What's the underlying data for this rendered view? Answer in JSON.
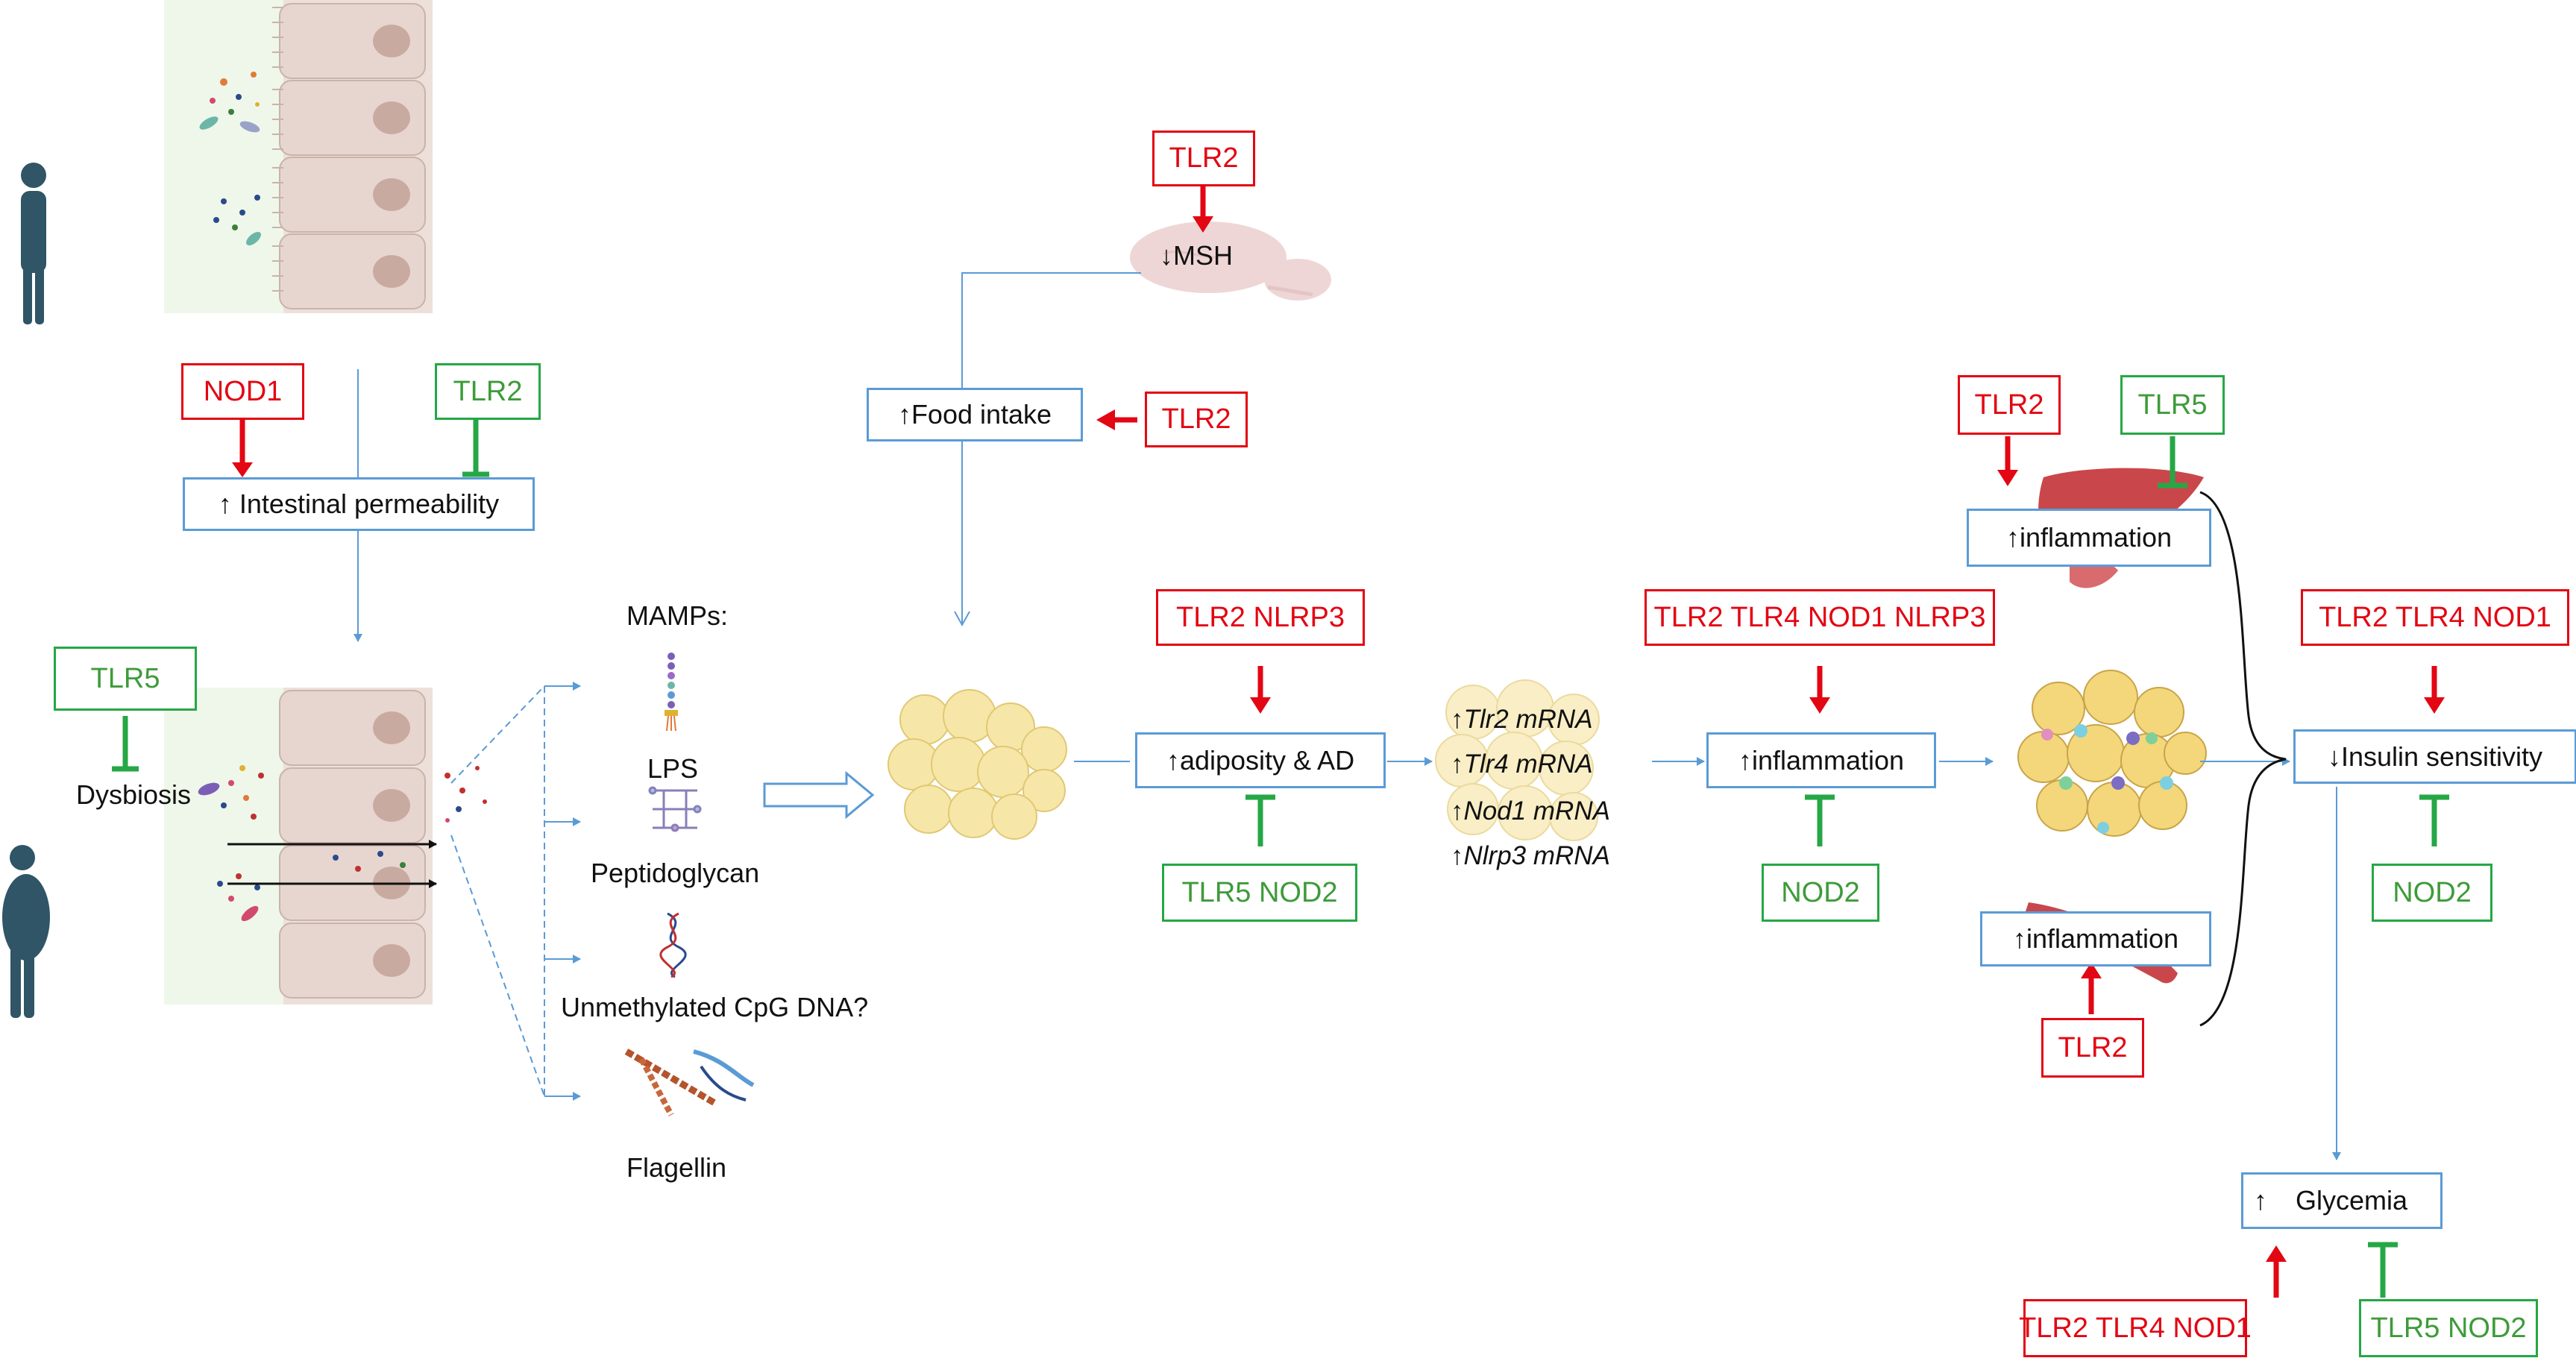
{
  "colors": {
    "activator": "#e30613",
    "inhibitor": "#26a745",
    "process_border": "#5b9bd5",
    "flow_arrow": "#5b9bd5",
    "adipocyte": "#f6e7a8",
    "liver": "#c9474b",
    "brain": "#efd6d6",
    "epithelium": "#e9d9d3",
    "person": "#2f5566"
  },
  "gut_top": {
    "nod1": "NOD1",
    "tlr2": "TLR2",
    "permeability": "↑ Intestinal permeability"
  },
  "gut_bottom": {
    "tlr5": "TLR5",
    "dysbiosis": "Dysbiosis"
  },
  "mamps": {
    "title": "MAMPs:",
    "items": [
      "LPS",
      "Peptidoglycan",
      "Unmethylated CpG DNA?",
      "Flagellin"
    ]
  },
  "brain": {
    "tlr2": "TLR2",
    "msh": "↓MSH"
  },
  "food": {
    "label": "↑Food intake",
    "tlr2": "TLR2"
  },
  "adiposity": {
    "label": "↑adiposity & AD",
    "activators": "TLR2 NLRP3",
    "inhibitors": "TLR5 NOD2"
  },
  "mrna": [
    {
      "arrow": "↑",
      "gene": "Tlr2 mRNA"
    },
    {
      "arrow": "↑",
      "gene": "Tlr4 mRNA"
    },
    {
      "arrow": "↑",
      "gene": "Nod1 mRNA"
    },
    {
      "arrow": "↑",
      "gene": "Nlrp3 mRNA"
    }
  ],
  "adipose_inflammation": {
    "label": "↑inflammation",
    "activators": "TLR2 TLR4 NOD1 NLRP3",
    "inhibitors": "NOD2"
  },
  "liver": {
    "activators": "TLR2",
    "inhibitors": "TLR5",
    "label": "↑inflammation"
  },
  "muscle": {
    "label": "↑inflammation",
    "activators": "TLR2"
  },
  "insulin": {
    "label": "↓Insulin sensitivity",
    "activators": "TLR2 TLR4 NOD1",
    "inhibitors": "NOD2"
  },
  "glycemia": {
    "arrow": "↑",
    "label": "Glycemia",
    "activators": "TLR2 TLR4 NOD1",
    "inhibitors": "TLR5 NOD2"
  }
}
